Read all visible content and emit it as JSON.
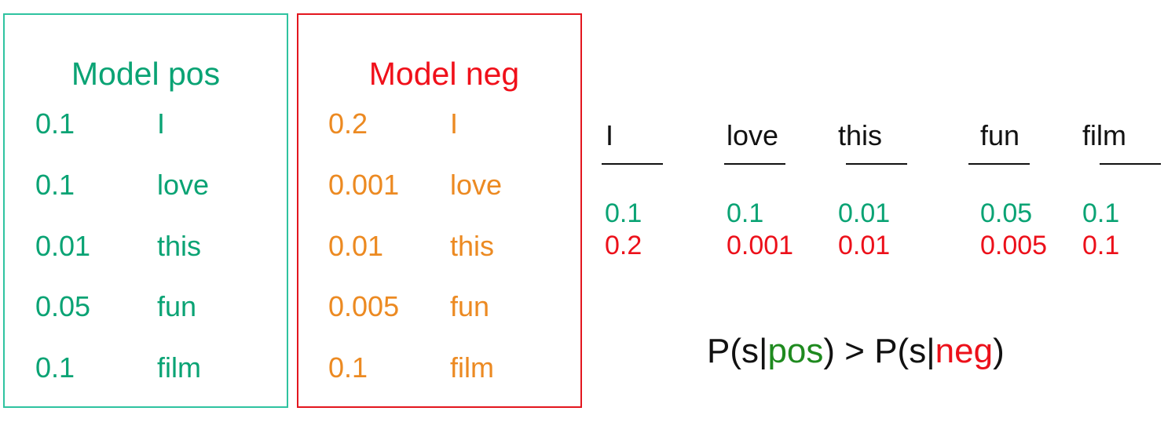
{
  "model_pos": {
    "title": "Model pos",
    "rows": [
      {
        "prob": "0.1",
        "word": "I"
      },
      {
        "prob": "0.1",
        "word": "love"
      },
      {
        "prob": "0.01",
        "word": "this"
      },
      {
        "prob": "0.05",
        "word": "fun"
      },
      {
        "prob": "0.1",
        "word": "film"
      }
    ]
  },
  "model_neg": {
    "title": "Model neg",
    "rows": [
      {
        "prob": "0.2",
        "word": "I"
      },
      {
        "prob": "0.001",
        "word": "love"
      },
      {
        "prob": "0.01",
        "word": "this"
      },
      {
        "prob": "0.005",
        "word": "fun"
      },
      {
        "prob": "0.1",
        "word": "film"
      }
    ]
  },
  "sentence": [
    {
      "word": "I",
      "pos": "0.1",
      "neg": "0.2"
    },
    {
      "word": "love",
      "pos": "0.1",
      "neg": "0.001"
    },
    {
      "word": "this",
      "pos": "0.01",
      "neg": "0.01"
    },
    {
      "word": "fun",
      "pos": "0.05",
      "neg": "0.005"
    },
    {
      "word": "film",
      "pos": "0.1",
      "neg": "0.1"
    }
  ],
  "formula": {
    "left_prefix": "P(s|",
    "left_class": "pos",
    "left_suffix": ")",
    "operator": " > ",
    "right_prefix": "P(s|",
    "right_class": "neg",
    "right_suffix": ")"
  },
  "colors": {
    "pos_border": "#2fc3a0",
    "pos_text": "#0aa374",
    "neg_border": "#e3161e",
    "neg_title": "#f0101a",
    "neg_text": "#ec8a22",
    "neg_sentence": "#ec101a"
  }
}
